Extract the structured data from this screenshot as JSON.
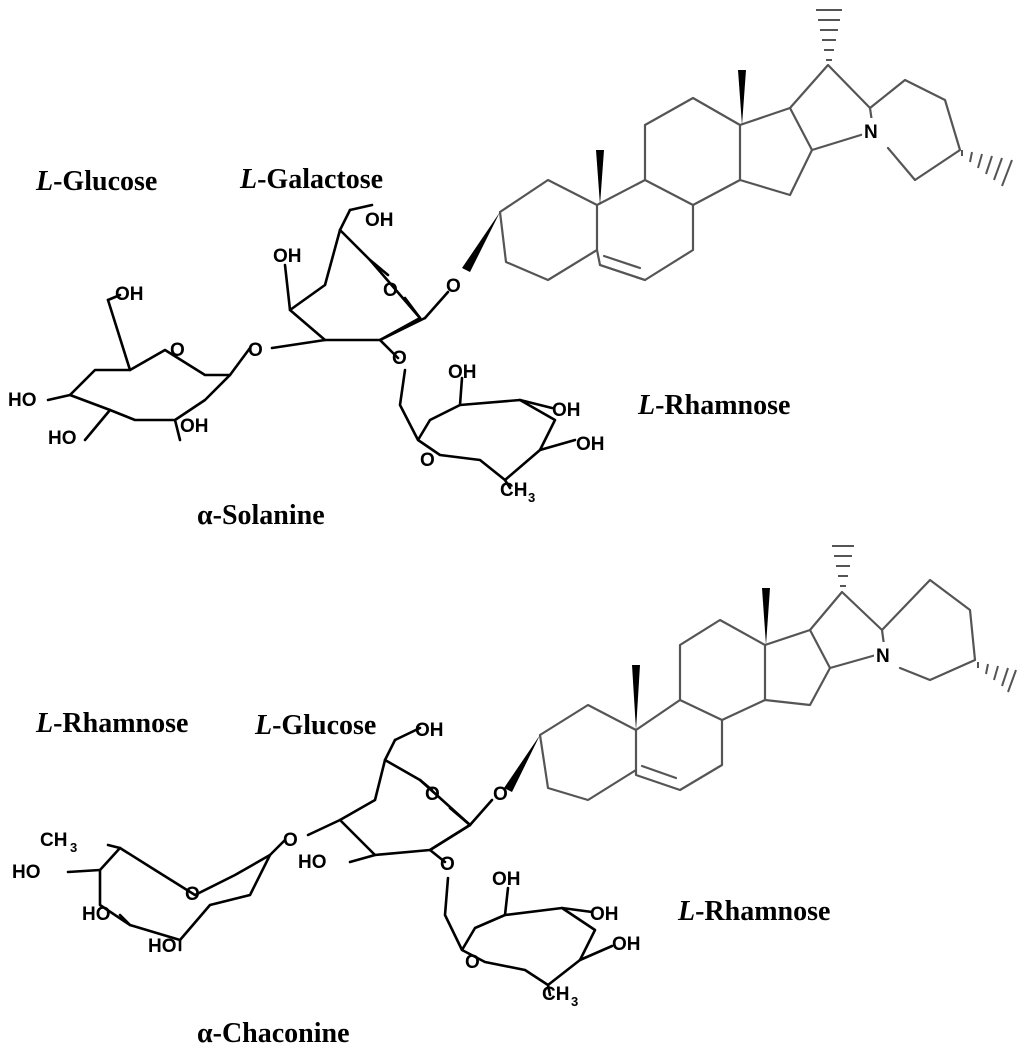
{
  "molecules": [
    {
      "name": "α-Solanine",
      "sugars": [
        {
          "prefix": "L",
          "suffix": "-Glucose"
        },
        {
          "prefix": "L",
          "suffix": "-Galactose"
        },
        {
          "prefix": "L",
          "suffix": "-Rhamnose"
        }
      ]
    },
    {
      "name": "α-Chaconine",
      "sugars": [
        {
          "prefix": "L",
          "suffix": "-Rhamnose"
        },
        {
          "prefix": "L",
          "suffix": "-Glucose"
        },
        {
          "prefix": "L",
          "suffix": "-Rhamnose"
        }
      ]
    }
  ],
  "atoms": {
    "oh": "OH",
    "ho": "HO",
    "o": "O",
    "n": "N",
    "ch": "CH",
    "three": "3"
  }
}
